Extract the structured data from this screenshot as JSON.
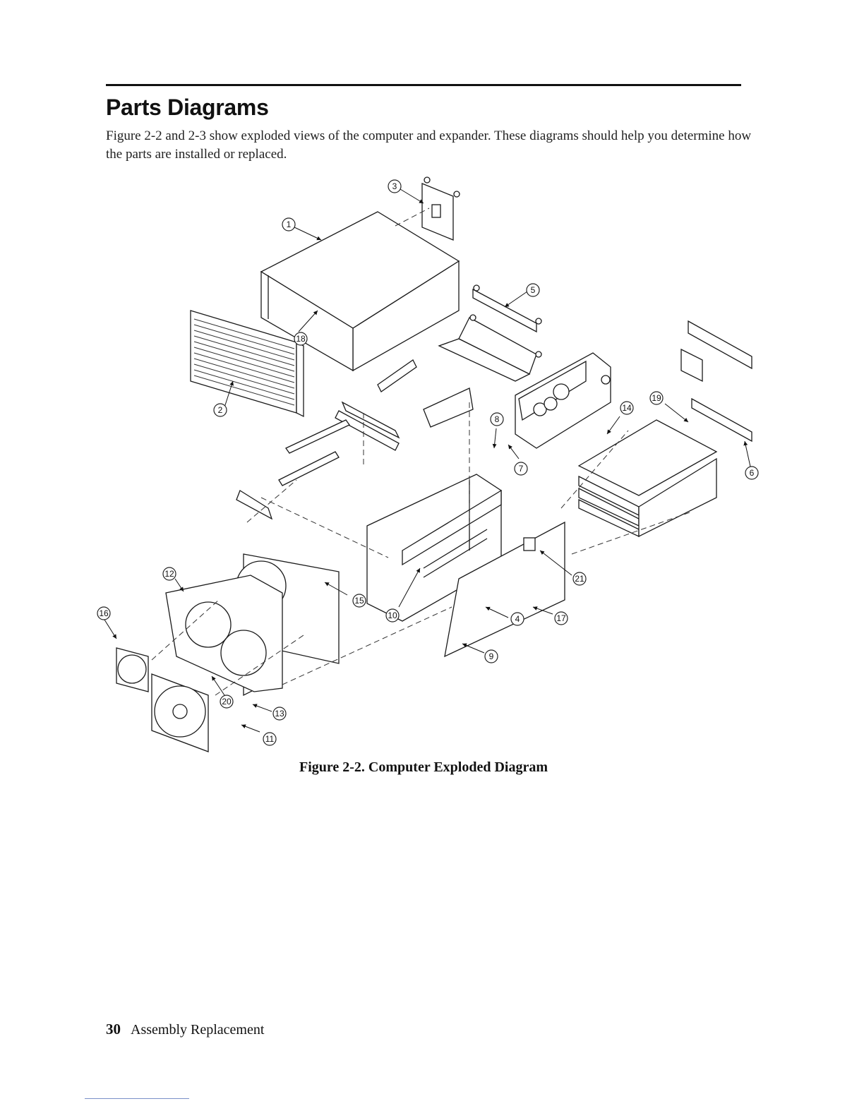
{
  "heading": "Parts Diagrams",
  "intro": "Figure 2-2 and 2-3 show exploded views of the computer and expander. These diagrams should help you determine how the parts are installed or replaced.",
  "figure": {
    "caption": "Figure 2-2. Computer Exploded Diagram",
    "callouts": [
      "1",
      "2",
      "3",
      "4",
      "5",
      "6",
      "7",
      "8",
      "9",
      "10",
      "11",
      "12",
      "13",
      "14",
      "15",
      "16",
      "17",
      "18",
      "19",
      "20",
      "21"
    ]
  },
  "footer": {
    "page_number": "30",
    "section": "Assembly Replacement"
  }
}
